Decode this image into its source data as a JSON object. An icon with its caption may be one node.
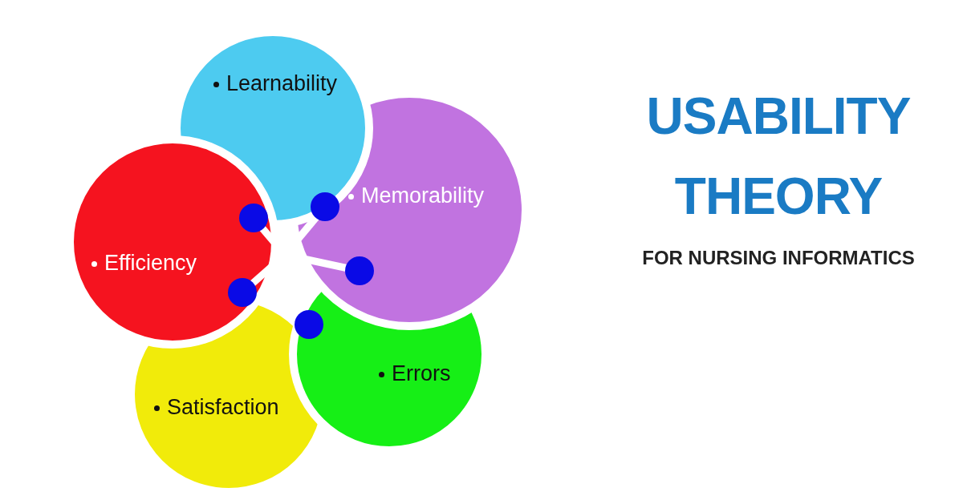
{
  "diagram": {
    "title": "USABILITY THEORY",
    "nodes": [
      {
        "text": [
          "Learnability"
        ]
      },
      {
        "text": [
          "Memorability"
        ]
      },
      {
        "text": [
          "Efficiency"
        ]
      },
      {
        "text": [
          "Errors"
        ]
      },
      {
        "text": [
          "Satisfaction"
        ]
      }
    ],
    "labels": [
      "FOR NURSING INFORMATICS"
    ]
  }
}
